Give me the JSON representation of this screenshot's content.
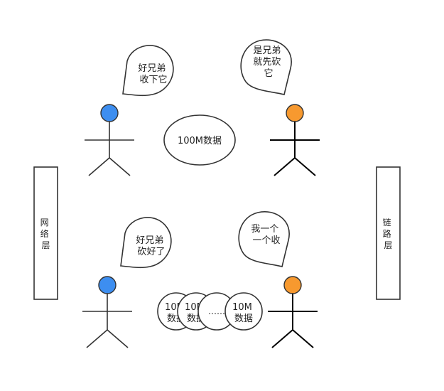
{
  "layers": {
    "left": "网络层",
    "right": "链路层"
  },
  "top": {
    "left_bubble": [
      "好兄弟",
      "收下它"
    ],
    "right_bubble": [
      "是兄弟",
      "就先砍",
      "它"
    ],
    "packet": "100M数据"
  },
  "bottom": {
    "left_bubble": [
      "好兄弟",
      "砍好了"
    ],
    "right_bubble": [
      "我一个",
      "一个收"
    ],
    "packets": {
      "first": [
        "10M",
        "数据"
      ],
      "second": [
        "10M",
        "数据"
      ],
      "ellipsis": "……",
      "last": [
        "10M",
        "数据"
      ]
    }
  },
  "colors": {
    "receiver_head": "#3d8ef0",
    "sender_head": "#f7992f",
    "stroke": "#333333"
  }
}
